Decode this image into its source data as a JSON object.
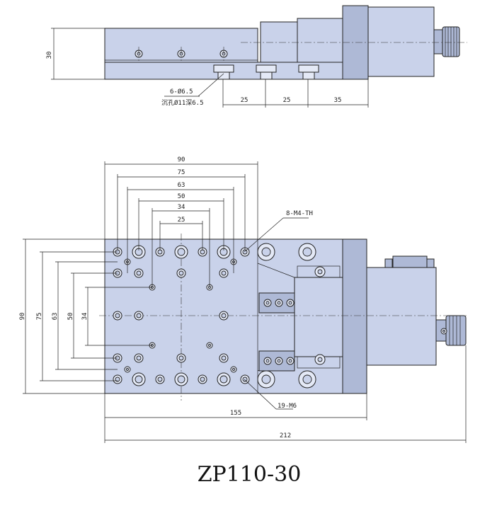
{
  "model": "ZP110-30",
  "side_view": {
    "height_dim": "30",
    "hole_note_line1": "6-Ø6.5",
    "hole_note_line2": "沉孔Ø11深6.5",
    "pitch_dims": [
      "25",
      "25",
      "35"
    ]
  },
  "top_view": {
    "width_dims": [
      "90",
      "75",
      "63",
      "50",
      "34",
      "25"
    ],
    "height_dims": [
      "90",
      "75",
      "63",
      "50",
      "34"
    ],
    "length_dims": [
      "155",
      "212"
    ],
    "thread_note_top": "8-M4-TH",
    "thread_note_bottom": "19-M6"
  },
  "colors": {
    "body": "#c9d2ea",
    "line": "#222222"
  }
}
